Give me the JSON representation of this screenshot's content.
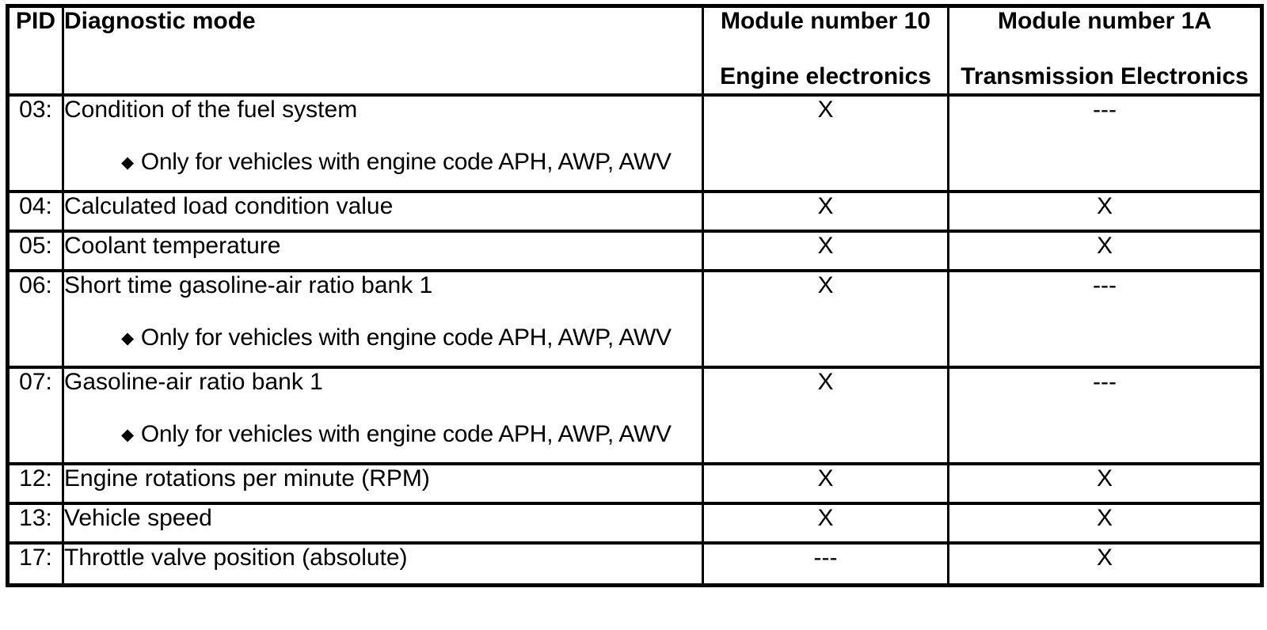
{
  "colors": {
    "ink": "#000000",
    "paper": "#ffffff"
  },
  "table": {
    "header": {
      "pid": "PID",
      "mode": "Diagnostic mode",
      "module10_line1": "Module number 10",
      "module10_line2": "Engine electronics",
      "module1a_line1": "Module number 1A",
      "module1a_line2": "Transmission Electronics"
    },
    "note_bullet": "◆",
    "rows": [
      {
        "pid": "03:",
        "mode": "Condition of the fuel system",
        "note": "Only for vehicles with engine code APH, AWP, AWV",
        "module10": "X",
        "module1a": "---"
      },
      {
        "pid": "04:",
        "mode": "Calculated load condition value",
        "module10": "X",
        "module1a": "X"
      },
      {
        "pid": "05:",
        "mode": "Coolant temperature",
        "module10": "X",
        "module1a": "X"
      },
      {
        "pid": "06:",
        "mode": "Short time gasoline-air ratio bank 1",
        "note": "Only for vehicles with engine code APH, AWP, AWV",
        "module10": "X",
        "module1a": "---"
      },
      {
        "pid": "07:",
        "mode": "Gasoline-air ratio bank 1",
        "note": "Only for vehicles with engine code APH, AWP, AWV",
        "module10": "X",
        "module1a": "---"
      },
      {
        "pid": "12:",
        "mode": "Engine rotations per minute (RPM)",
        "module10": "X",
        "module1a": "X"
      },
      {
        "pid": "13:",
        "mode": "Vehicle speed",
        "module10": "X",
        "module1a": "X"
      },
      {
        "pid": "17:",
        "mode": "Throttle valve position (absolute)",
        "module10": "---",
        "module1a": "X"
      }
    ]
  }
}
